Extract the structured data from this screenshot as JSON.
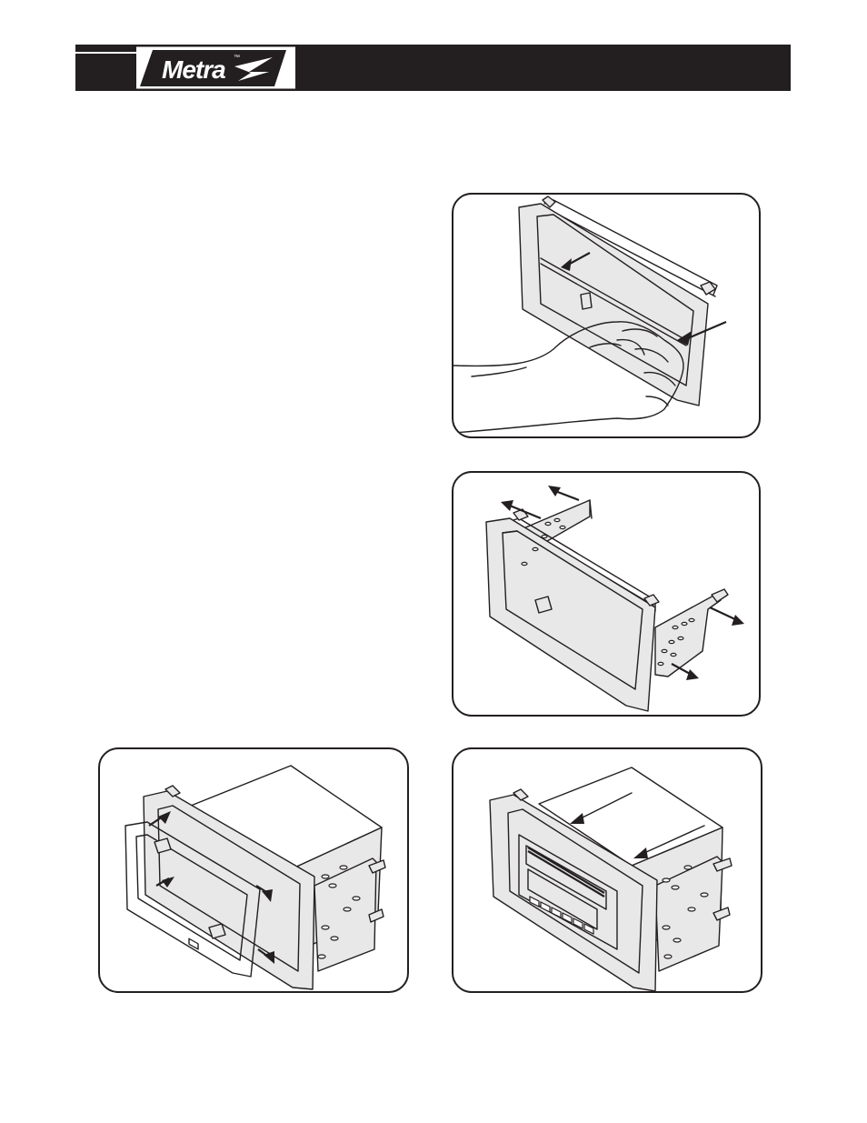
{
  "header": {
    "brand_name": "Metra",
    "trademark": "™",
    "colors": {
      "bar": "#231f20",
      "text": "#ffffff"
    }
  },
  "figures": [
    {
      "id": "a",
      "icon": "hand-release-clips-illustration"
    },
    {
      "id": "b",
      "icon": "brackets-removal-illustration"
    },
    {
      "id": "c",
      "icon": "trim-ring-removal-illustration"
    },
    {
      "id": "d",
      "icon": "radio-slide-in-illustration"
    }
  ]
}
